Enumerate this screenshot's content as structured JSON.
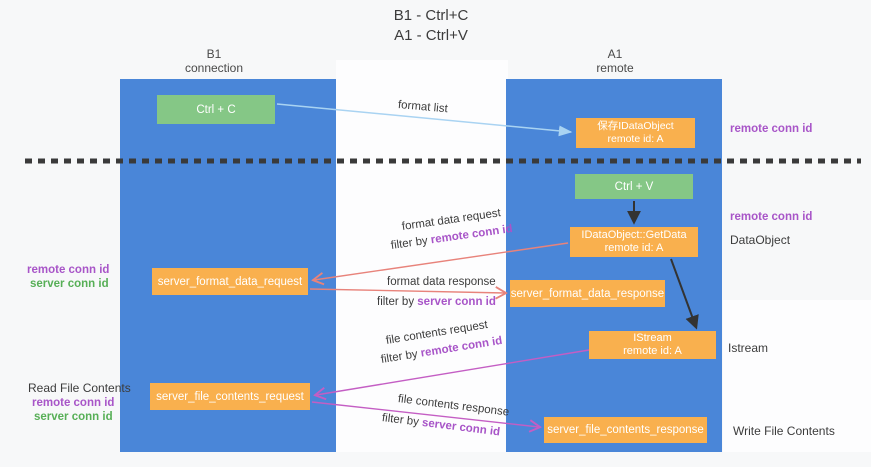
{
  "title": {
    "line1": "B1 - Ctrl+C",
    "line2": "A1 - Ctrl+V"
  },
  "lifelines": {
    "left": {
      "title": "B1",
      "subtitle": "connection"
    },
    "right": {
      "title": "A1",
      "subtitle": "remote"
    }
  },
  "nodes": {
    "ctrl_c": "Ctrl + C",
    "ctrl_v": "Ctrl + V",
    "save_idataobject_line1": "保存IDataObject",
    "save_idataobject_line2": "remote id: A",
    "getdata_line1": "IDataObject::GetData",
    "getdata_line2": "remote id: A",
    "istream_line1": "IStream",
    "istream_line2": "remote id: A",
    "server_format_data_request": "server_format_data_request",
    "server_format_data_response": "server_format_data_response",
    "server_file_contents_request": "server_file_contents_request",
    "server_file_contents_response": "server_file_contents_response"
  },
  "arrows": {
    "format_list": "format list",
    "format_data_request": "format data request",
    "format_data_response": "format data response",
    "file_contents_request": "file contents request",
    "file_contents_response": "file contents response",
    "filter_by": "filter by"
  },
  "labels": {
    "remote_conn_id": "remote conn id",
    "server_conn_id": "server conn id",
    "dataobject": "DataObject",
    "istream": "Istream",
    "read_file_contents": "Read File Contents",
    "write_file_contents": "Write File Contents"
  },
  "colors": {
    "lifeline_blue": "#4a86d8",
    "box_green": "#85c786",
    "box_orange": "#f9b04e",
    "arrow_black": "#333333",
    "arrow_light_blue": "#a9d3f2",
    "arrow_salmon": "#e8837b",
    "arrow_magenta": "#c45ec4",
    "label_purple": "#a855c8",
    "label_green": "#57af57",
    "divider_dashed": "#3a3a3a"
  }
}
